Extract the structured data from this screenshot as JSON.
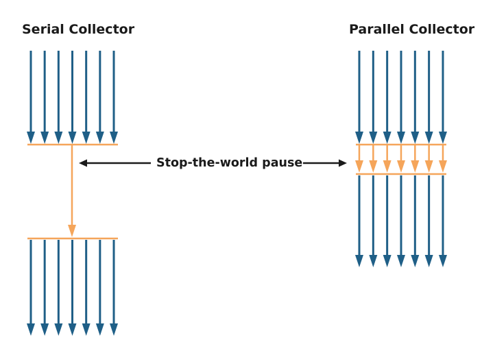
{
  "serial": {
    "title": "Serial Collector",
    "thread_count": 7
  },
  "parallel": {
    "title": "Parallel Collector",
    "thread_count": 7
  },
  "pause_label": "Stop-the-world pause",
  "colors": {
    "thread": "#1f5f87",
    "gc": "#f5a55a",
    "annotation": "#1a1a1a"
  }
}
